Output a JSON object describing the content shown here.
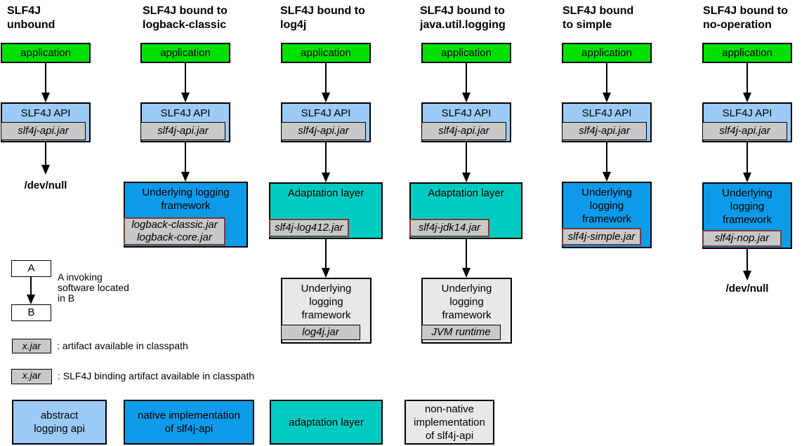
{
  "palette": {
    "application_green": "#00E000",
    "abstract_api_lightblue": "#9BCBF5",
    "native_impl_blue": "#0D9AE8",
    "adaptation_teal": "#00CBC0",
    "jar_gray": "#C8C8C8",
    "non_native_gray": "#E8E8E8",
    "binding_border_red": "#7E3A39"
  },
  "columns": [
    {
      "name": "unbound",
      "title": "SLF4J\nunbound",
      "application_label": "application",
      "api_label": "SLF4J API",
      "api_jar": "slf4j-api.jar",
      "sink_label": "/dev/null"
    },
    {
      "name": "logback-classic",
      "title": "SLF4J bound to\nlogback-classic",
      "application_label": "application",
      "api_label": "SLF4J API",
      "api_jar": "slf4j-api.jar",
      "framework_label": "Underlying logging\nframework",
      "framework_jar": "logback-classic.jar\nlogback-core.jar"
    },
    {
      "name": "log4j",
      "title": "SLF4J bound to\nlog4j",
      "application_label": "application",
      "api_label": "SLF4J API",
      "api_jar": "slf4j-api.jar",
      "adaptation_label": "Adaptation layer",
      "adaptation_jar": "slf4j-log412.jar",
      "framework_label": "Underlying\nlogging\nframework",
      "framework_jar": "log4j.jar"
    },
    {
      "name": "java.util.logging",
      "title": "SLF4J bound to\njava.util.logging",
      "application_label": "application",
      "api_label": "SLF4J API",
      "api_jar": "slf4j-api.jar",
      "adaptation_label": "Adaptation layer",
      "adaptation_jar": "slf4j-jdk14.jar",
      "framework_label": "Underlying\nlogging\nframework",
      "framework_jar": "JVM runtime"
    },
    {
      "name": "simple",
      "title": "SLF4J bound\nto simple",
      "application_label": "application",
      "api_label": "SLF4J API",
      "api_jar": "slf4j-api.jar",
      "framework_label": "Underlying\nlogging\nframework",
      "framework_jar": "slf4j-simple.jar"
    },
    {
      "name": "no-operation",
      "title": "SLF4J bound to\nno-operation",
      "application_label": "application",
      "api_label": "SLF4J API",
      "api_jar": "slf4j-api.jar",
      "framework_label": "Underlying\nlogging\nframework",
      "framework_jar": "slf4j-nop.jar",
      "sink_label": "/dev/null"
    }
  ],
  "legend": {
    "invoking": {
      "a_label": "A",
      "b_label": "B",
      "caption": "A invoking\nsoftware located\nin B"
    },
    "artifact": {
      "jar_label": "x.jar",
      "caption": ": artifact available in classpath"
    },
    "binding_artifact": {
      "jar_label": "x.jar",
      "caption": ": SLF4J binding artifact available in classpath"
    },
    "categories": [
      {
        "label": "abstract\nlogging api",
        "color": "#9BCBF5"
      },
      {
        "label": "native implementation\nof slf4j-api",
        "color": "#0D9AE8"
      },
      {
        "label": "adaptation layer",
        "color": "#00CBC0"
      },
      {
        "label": "non-native\nimplementation\nof slf4j-api",
        "color": "#E8E8E8"
      }
    ]
  }
}
